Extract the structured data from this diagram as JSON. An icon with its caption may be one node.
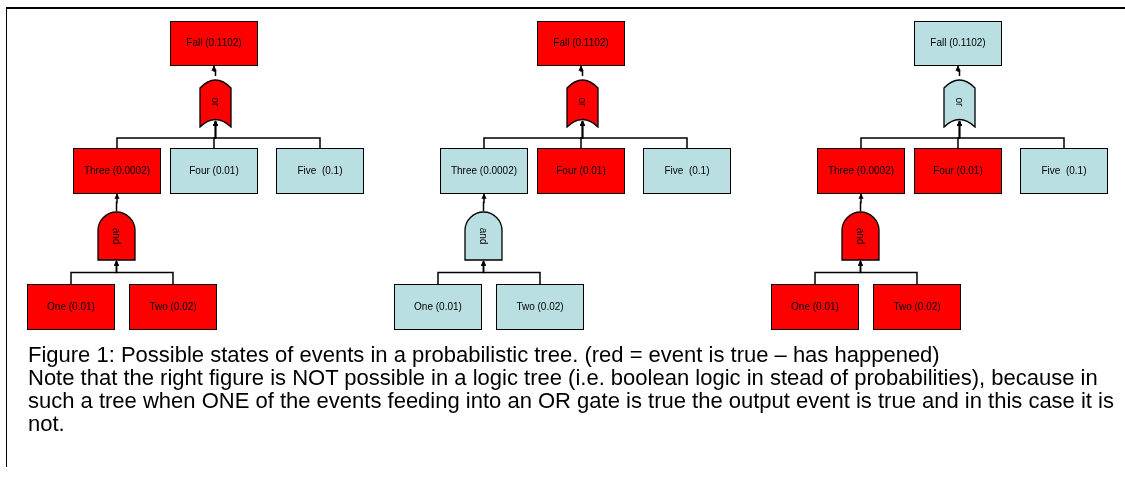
{
  "diagram": {
    "caption": "Figure 1: Possible states of events in a probabilistic tree. (red = event is true – has happened)",
    "nodes": [
      {
        "text": [
          "Fall (0.1102)"
        ]
      },
      {
        "text": [
          "or"
        ]
      },
      {
        "text": [
          "Three (0.0002)"
        ]
      },
      {
        "text": [
          "Four (0.01)"
        ]
      },
      {
        "text": [
          "Five  (0.1)"
        ]
      },
      {
        "text": [
          "and"
        ]
      },
      {
        "text": [
          "One (0.01)"
        ]
      },
      {
        "text": [
          "Two (0.02)"
        ]
      },
      {
        "text": [
          "Fall (0.1102)"
        ]
      },
      {
        "text": [
          "or"
        ]
      },
      {
        "text": [
          "Three (0.0002)"
        ]
      },
      {
        "text": [
          "Four (0.01)"
        ]
      },
      {
        "text": [
          "Five  (0.1)"
        ]
      },
      {
        "text": [
          "and"
        ]
      },
      {
        "text": [
          "One (0.01)"
        ]
      },
      {
        "text": [
          "Two (0.02)"
        ]
      },
      {
        "text": [
          "Fall (0.1102)"
        ]
      },
      {
        "text": [
          "or"
        ]
      },
      {
        "text": [
          "Three (0.0002)"
        ]
      },
      {
        "text": [
          "Four (0.01)"
        ]
      },
      {
        "text": [
          "Five  (0.1)"
        ]
      },
      {
        "text": [
          "and"
        ]
      },
      {
        "text": [
          "One (0.01)"
        ]
      },
      {
        "text": [
          "Two (0.02)"
        ]
      }
    ],
    "edges": [
      {
        "from": 1,
        "to": 0,
        "arrow": "to"
      },
      {
        "from": 2,
        "to": 1,
        "arrow": "to"
      },
      {
        "from": 3,
        "to": 1,
        "arrow": "to"
      },
      {
        "from": 4,
        "to": 1,
        "arrow": "to"
      },
      {
        "from": 5,
        "to": 2,
        "arrow": "to"
      },
      {
        "from": 6,
        "to": 5,
        "arrow": "to"
      },
      {
        "from": 7,
        "to": 5,
        "arrow": "to"
      },
      {
        "from": 9,
        "to": 8,
        "arrow": "to"
      },
      {
        "from": 10,
        "to": 9,
        "arrow": "to"
      },
      {
        "from": 11,
        "to": 9,
        "arrow": "to"
      },
      {
        "from": 12,
        "to": 9,
        "arrow": "to"
      },
      {
        "from": 13,
        "to": 10,
        "arrow": "to"
      },
      {
        "from": 14,
        "to": 13,
        "arrow": "to"
      },
      {
        "from": 15,
        "to": 13,
        "arrow": "to"
      },
      {
        "from": 17,
        "to": 16,
        "arrow": "to"
      },
      {
        "from": 18,
        "to": 17,
        "arrow": "to"
      },
      {
        "from": 19,
        "to": 17,
        "arrow": "to"
      },
      {
        "from": 20,
        "to": 17,
        "arrow": "to"
      },
      {
        "from": 21,
        "to": 18,
        "arrow": "to"
      },
      {
        "from": 22,
        "to": 21,
        "arrow": "to"
      },
      {
        "from": 23,
        "to": 21,
        "arrow": "to"
      }
    ],
    "labels": [
      "Note that the right figure is NOT possible in a logic tree (i.e. boolean logic in stead of probabilities), because in such a tree when ONE of the events feeding into an OR gate is true the output event is true and in this case it is not."
    ]
  }
}
